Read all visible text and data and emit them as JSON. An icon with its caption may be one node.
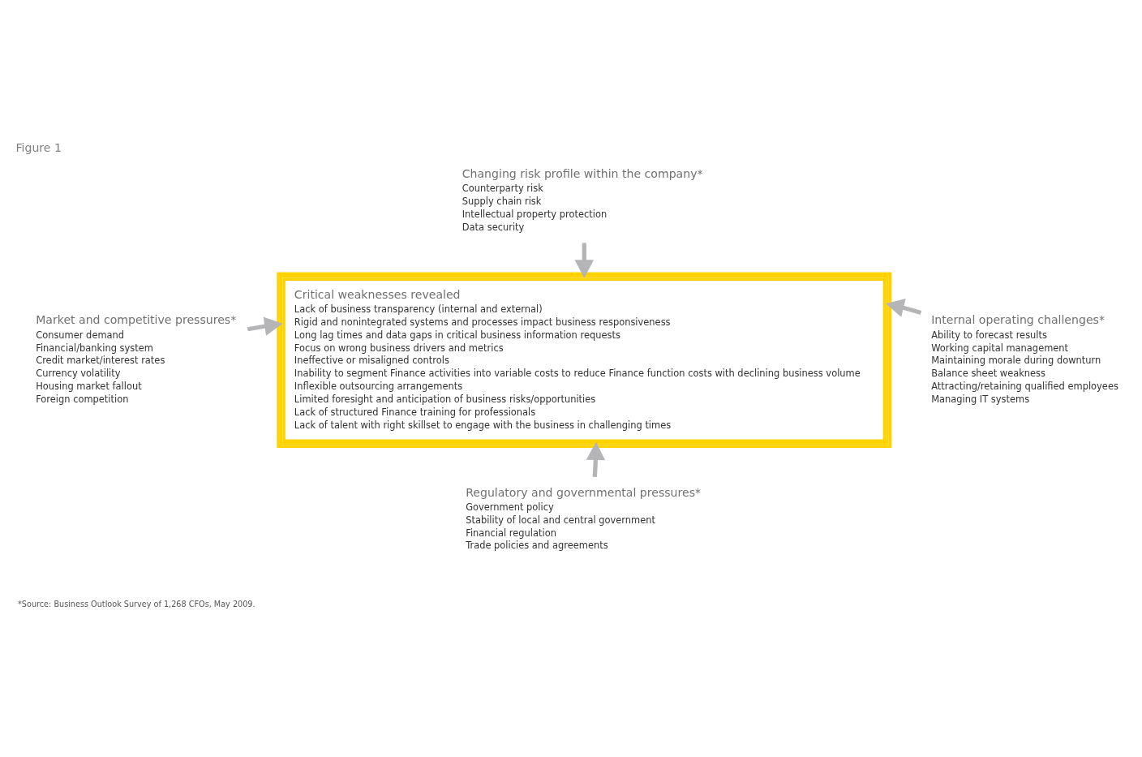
{
  "diagram": {
    "title": "Figure 1",
    "caption": "*Source: Business Outlook Survey of 1,268 CFOs, May 2009.",
    "nodes": [
      {
        "text": [
          "Changing risk profile within the company*",
          "Counterparty risk",
          "Supply chain risk",
          "Intellectual property protection",
          "Data security"
        ]
      },
      {
        "text": [
          "Market and competitive pressures*",
          "Consumer demand",
          "Financial/banking system",
          "Credit market/interest rates",
          "Currency volatility",
          "Housing market fallout",
          "Foreign competition"
        ]
      },
      {
        "text": [
          "Critical weaknesses revealed",
          "Lack of business transparency (internal and external)",
          "Rigid and nonintegrated systems and processes impact business responsiveness",
          "Long lag times and data gaps in critical business information requests",
          "Focus on wrong business drivers and metrics",
          "Ineffective or misaligned controls",
          "Inability to segment Finance activities into variable costs to reduce Finance function costs with declining business volume",
          "Inflexible outsourcing arrangements",
          "Limited foresight and anticipation of business risks/opportunities",
          "Lack of structured Finance training for professionals",
          "Lack of talent with right skillset to engage with the business in challenging times"
        ]
      },
      {
        "text": [
          "Internal operating challenges*",
          "Ability to forecast results",
          "Working capital management",
          "Maintaining morale during downturn",
          "Balance sheet weakness",
          "Attracting/retaining qualified employees",
          "Managing IT systems"
        ]
      },
      {
        "text": [
          "Regulatory and governmental pressures*",
          "Government policy",
          "Stability of local and central government",
          "Financial regulation",
          "Trade policies and agreements"
        ]
      }
    ],
    "edges": [
      {
        "from": 0,
        "to": 2,
        "arrow": "to"
      },
      {
        "from": 1,
        "to": 2,
        "arrow": "to"
      },
      {
        "from": 3,
        "to": 2,
        "arrow": "to"
      },
      {
        "from": 4,
        "to": 2,
        "arrow": "to"
      }
    ]
  }
}
